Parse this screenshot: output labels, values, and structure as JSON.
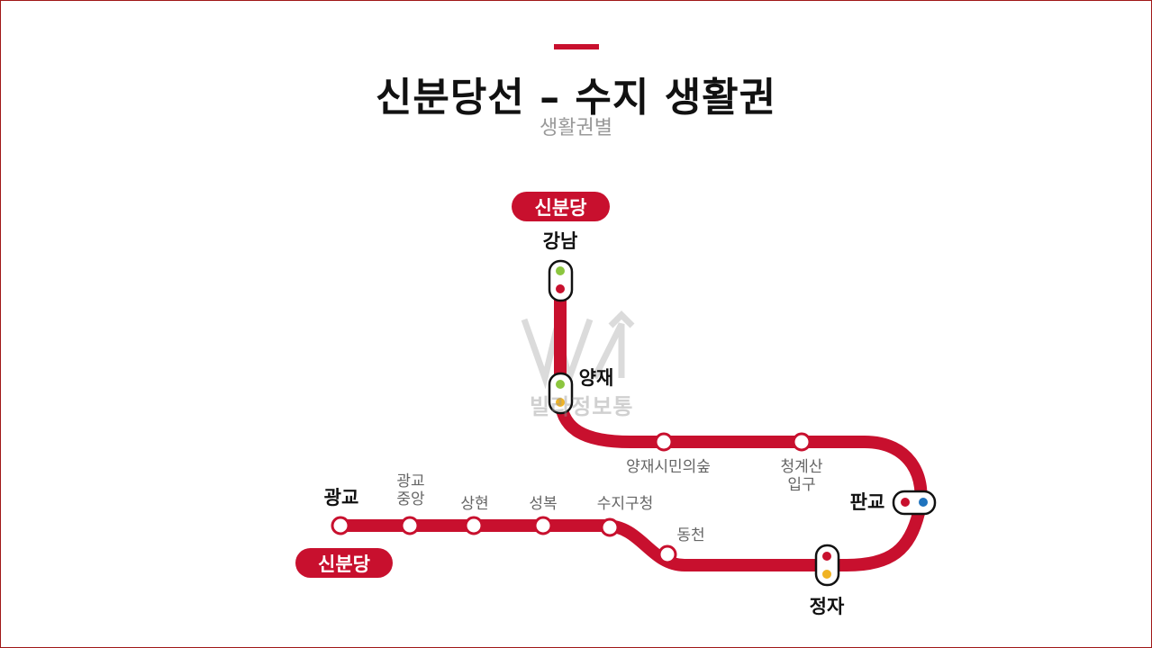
{
  "title": "신분당선 – 수지 생활권",
  "subtitle": "생활권별",
  "line_badge": "신분당",
  "line_color": "#c8102e",
  "watermark": "빌라정보통",
  "stations": {
    "gangnam": {
      "name": "강남",
      "transfer_colors": [
        "#8cc63f",
        "#c8102e"
      ]
    },
    "yangjae": {
      "name": "양재",
      "transfer_colors": [
        "#8cc63f",
        "#f0b323"
      ]
    },
    "yangjae_forest": {
      "name": "양재시민의숲"
    },
    "cheonggyesan": {
      "name": "청계산\n입구",
      "line1": "청계산",
      "line2": "입구"
    },
    "pangyo": {
      "name": "판교",
      "transfer_colors": [
        "#c8102e",
        "#1e73be"
      ]
    },
    "jeongja": {
      "name": "정자",
      "transfer_colors": [
        "#c8102e",
        "#f0b323"
      ]
    },
    "dongcheon": {
      "name": "동천"
    },
    "suji": {
      "name": "수지구청"
    },
    "seongbok": {
      "name": "성복"
    },
    "sanghyeon": {
      "name": "상현"
    },
    "gwanggyo_jungang": {
      "line1": "광교",
      "line2": "중앙"
    },
    "gwanggyo": {
      "name": "광교"
    }
  }
}
